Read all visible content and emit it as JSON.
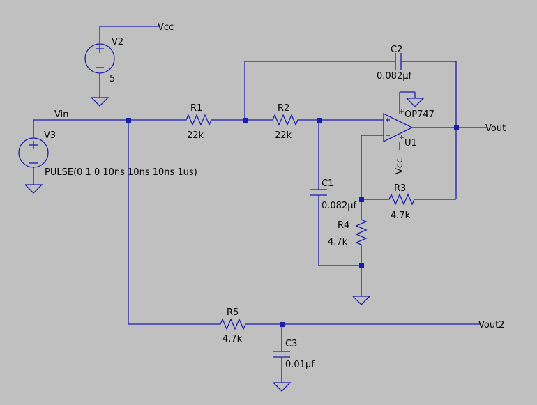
{
  "nets": {
    "vcc": "Vcc",
    "vin": "Vin",
    "vout": "Vout",
    "vout2": "Vout2"
  },
  "components": {
    "v2": {
      "name": "V2",
      "value": "5"
    },
    "v3": {
      "name": "V3",
      "value": "PULSE(0 1 0 10ns 10ns 10ns 1us)"
    },
    "r1": {
      "name": "R1",
      "value": "22k"
    },
    "r2": {
      "name": "R2",
      "value": "22k"
    },
    "r3": {
      "name": "R3",
      "value": "4.7k"
    },
    "r4": {
      "name": "R4",
      "value": "4.7k"
    },
    "r5": {
      "name": "R5",
      "value": "4.7k"
    },
    "c1": {
      "name": "C1",
      "value": "0.082µf"
    },
    "c2": {
      "name": "C2",
      "value": "0.082µf"
    },
    "c3": {
      "name": "C3",
      "value": "0.01µf"
    },
    "u1": {
      "name": "U1",
      "model": "OP747",
      "supply": "Vcc"
    }
  },
  "colors": {
    "background": "#c0c0c0",
    "wire": "#1c1cb0"
  }
}
